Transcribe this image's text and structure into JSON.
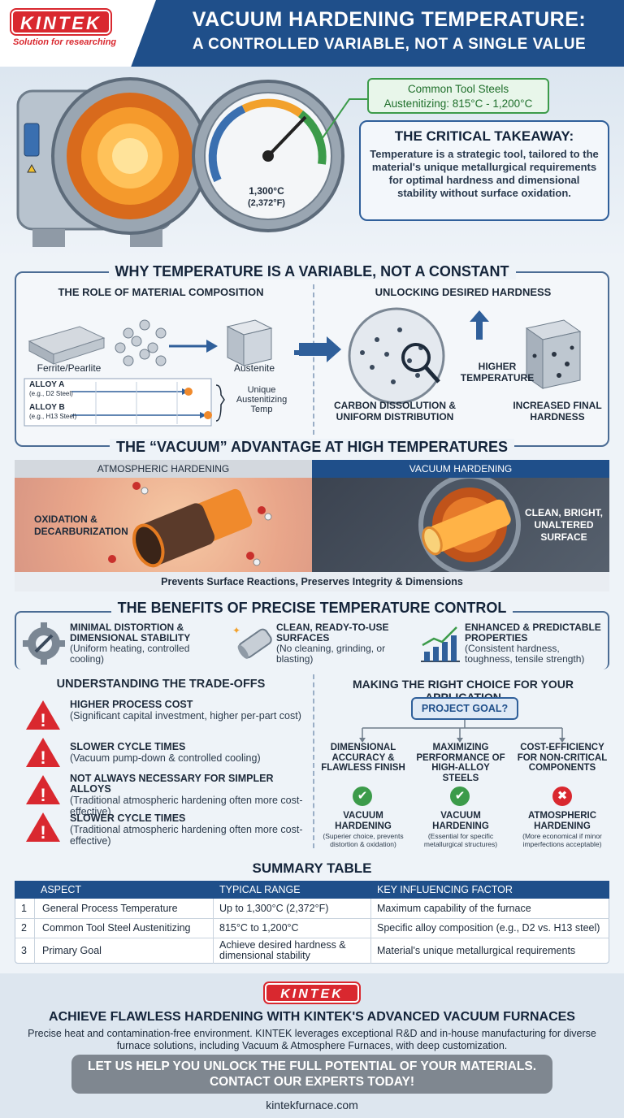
{
  "header": {
    "logo": "KINTEK",
    "tagline": "Solution for researching",
    "title_line1": "VACUUM HARDENING TEMPERATURE:",
    "title_line2": "A CONTROLLED VARIABLE, NOT A SINGLE VALUE"
  },
  "hero": {
    "callout_line1": "Common Tool Steels",
    "callout_line2": "Austenitizing: 815°C - 1,200°C",
    "gauge_value": "1,300°C",
    "gauge_value_f": "(2,372°F)",
    "takeaway_title": "THE CRITICAL TAKEAWAY:",
    "takeaway_text": "Temperature is a strategic tool, tailored to the material's unique metallurgical requirements for optimal hardness and dimensional stability without surface oxidation."
  },
  "why": {
    "title": "WHY TEMPERATURE IS A VARIABLE, NOT A CONSTANT",
    "left_head": "THE ROLE OF MATERIAL COMPOSITION",
    "right_head": "UNLOCKING DESIRED HARDNESS",
    "ferrite": "Ferrite/Pearlite",
    "austenite": "Austenite",
    "alloy_a": "ALLOY A",
    "alloy_a_ex": "(e.g., D2 Steel)",
    "alloy_b": "ALLOY B",
    "alloy_b_ex": "(e.g., H13 Steel)",
    "unique_temp": "Unique Austenitizing Temp",
    "higher_temp": "HIGHER TEMPERATURE",
    "carbon": "CARBON DISSOLUTION & UNIFORM DISTRIBUTION",
    "final_hardness": "INCREASED FINAL HARDNESS"
  },
  "advantage": {
    "title": "THE “VACUUM” ADVANTAGE AT HIGH TEMPERATURES",
    "atm_head": "ATMOSPHERIC HARDENING",
    "vac_head": "VACUUM HARDENING",
    "atm_label": "OXIDATION & DECARBURIZATION",
    "vac_label": "CLEAN, BRIGHT, UNALTERED SURFACE",
    "footer": "Prevents Surface Reactions, Preserves Integrity & Dimensions"
  },
  "benefits": {
    "title": "THE BENEFITS OF PRECISE TEMPERATURE CONTROL",
    "items": [
      {
        "title": "MINIMAL DISTORTION & DIMENSIONAL STABILITY",
        "text": "(Uniform heating, controlled cooling)"
      },
      {
        "title": "CLEAN, READY-TO-USE SURFACES",
        "text": "(No cleaning, grinding, or blasting)"
      },
      {
        "title": "ENHANCED & PREDICTABLE PROPERTIES",
        "text": "(Consistent hardness, toughness, tensile strength)"
      }
    ]
  },
  "tradeoffs": {
    "title": "UNDERSTANDING THE TRADE-OFFS",
    "items": [
      {
        "title": "HIGHER PROCESS COST",
        "text": "(Significant capital investment, higher per-part cost)"
      },
      {
        "title": "SLOWER CYCLE TIMES",
        "text": "(Vacuum pump-down & controlled cooling)"
      },
      {
        "title": "NOT ALWAYS NECESSARY FOR SIMPLER ALLOYS",
        "text": "(Traditional atmospheric hardening often more cost-effective)"
      },
      {
        "title": "SLOWER CYCLE TIMES",
        "text": "(Traditional atmospheric hardening often more cost-effective)"
      }
    ]
  },
  "choice": {
    "title": "MAKING THE RIGHT CHOICE FOR YOUR APPLICATION",
    "goal": "PROJECT GOAL?",
    "options": [
      {
        "title": "DIMENSIONAL ACCURACY & FLAWLESS FINISH",
        "result": "VACUUM HARDENING",
        "note": "(Superier choice, prevents distortion & oxidation)",
        "mark": "✔"
      },
      {
        "title": "MAXIMIZING PERFORMANCE OF HIGH-ALLOY STEELS",
        "result": "VACUUM HARDENING",
        "note": "(Essential for specific metallurgical structures)",
        "mark": "✔"
      },
      {
        "title": "COST-EFFICIENCY FOR NON-CRITICAL COMPONENTS",
        "result": "ATMOSPHERIC HARDENING",
        "note": "(More economical if minor imperfections acceptable)",
        "mark": "✖"
      }
    ]
  },
  "summary": {
    "title": "SUMMARY TABLE",
    "headers": [
      "ASPECT",
      "TYPICAL RANGE",
      "KEY INFLUENCING FACTOR"
    ],
    "rows": [
      {
        "n": "1",
        "aspect": "General Process Temperature",
        "range": "Up to 1,300°C (2,372°F)",
        "factor": "Maximum capability of the furnace"
      },
      {
        "n": "2",
        "aspect": "Common Tool Steel Austenitizing",
        "range": "815°C to 1,200°C",
        "factor": "Specific alloy composition (e.g., D2 vs. H13 steel)"
      },
      {
        "n": "3",
        "aspect": "Primary Goal",
        "range": "Achieve desired hardness & dimensional stability",
        "factor": "Material's unique metallurgical requirements"
      }
    ]
  },
  "footer": {
    "logo": "KINTEK",
    "title": "ACHIEVE FLAWLESS HARDENING WITH KINTEK'S ADVANCED VACUUM FURNACES",
    "text": "Precise heat and contamination-free environment. KINTEK leverages exceptional R&D and in-house manufacturing for diverse furnace solutions, including Vacuum & Atmosphere Furnaces, with deep customization.",
    "cta_line1": "LET US HELP YOU UNLOCK THE FULL POTENTIAL OF YOUR MATERIALS.",
    "cta_line2": "CONTACT OUR EXPERTS TODAY!",
    "website": "kintekfurnace.com"
  },
  "colors": {
    "brand_red": "#d9282f",
    "navy": "#1f4f8a",
    "green": "#3c9b4a"
  }
}
